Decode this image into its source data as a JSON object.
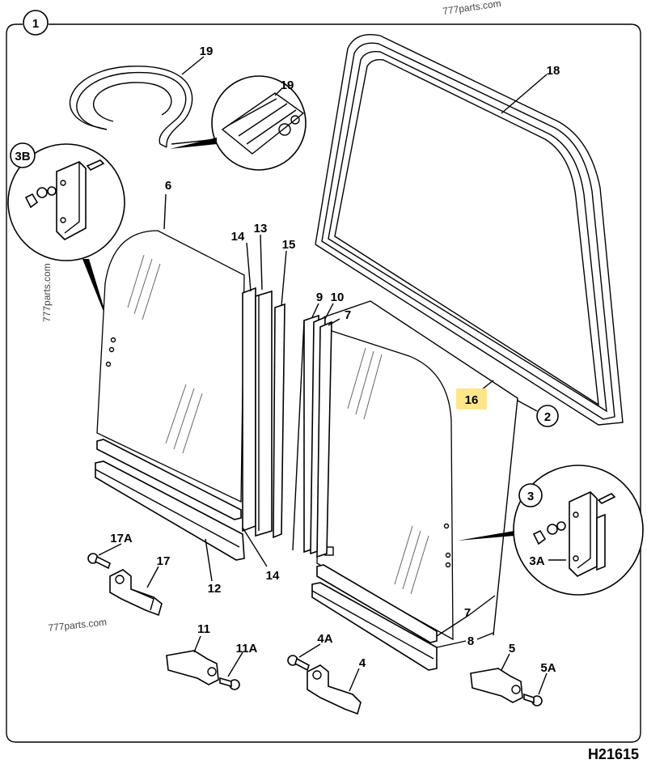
{
  "figure": {
    "figure_number": "1",
    "drawing_code": "H21615",
    "highlight_color": "#fde68a",
    "watermarks": [
      "777parts.com",
      "777parts.com",
      "777parts.com"
    ]
  },
  "callouts": {
    "c1": "1",
    "c2": "2",
    "c3": "3",
    "c3a": "3A",
    "c3b": "3B",
    "c4": "4",
    "c4a": "4A",
    "c5": "5",
    "c5a": "5A",
    "c6": "6",
    "c7a": "7",
    "c7b": "7",
    "c8": "8",
    "c9": "9",
    "c10": "10",
    "c11": "11",
    "c11a": "11A",
    "c12": "12",
    "c13": "13",
    "c14a": "14",
    "c14b": "14",
    "c15": "15",
    "c16": "16",
    "c17": "17",
    "c17a": "17A",
    "c18": "18",
    "c19a": "19",
    "c19b": "19"
  }
}
